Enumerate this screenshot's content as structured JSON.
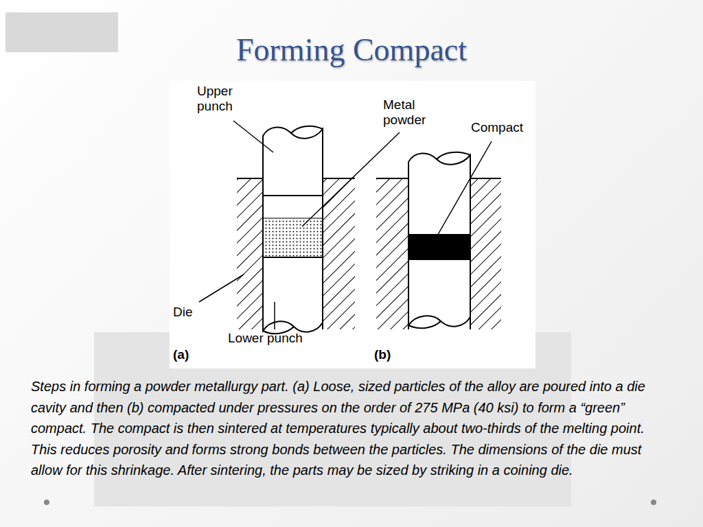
{
  "diagram": {
    "title": "Forming Compact",
    "caption": "Steps in forming a powder metallurgy part. (a) Loose, sized particles of the alloy are poured into a die cavity and then (b) compacted under pressures on the order of 275 MPa (40 ksi) to form a “green” compact. The compact is then sintered at temperatures typically about two-thirds of the melting point. This reduces porosity and forms strong bonds between the particles. The dimensions of the die must allow for this shrinkage. After sintering, the parts may be sized by striking in a coining die.",
    "labels": [
      "Upper punch",
      "Metal powder",
      "Compact",
      "Die",
      "Lower punch",
      "(a)",
      "(b)"
    ]
  }
}
